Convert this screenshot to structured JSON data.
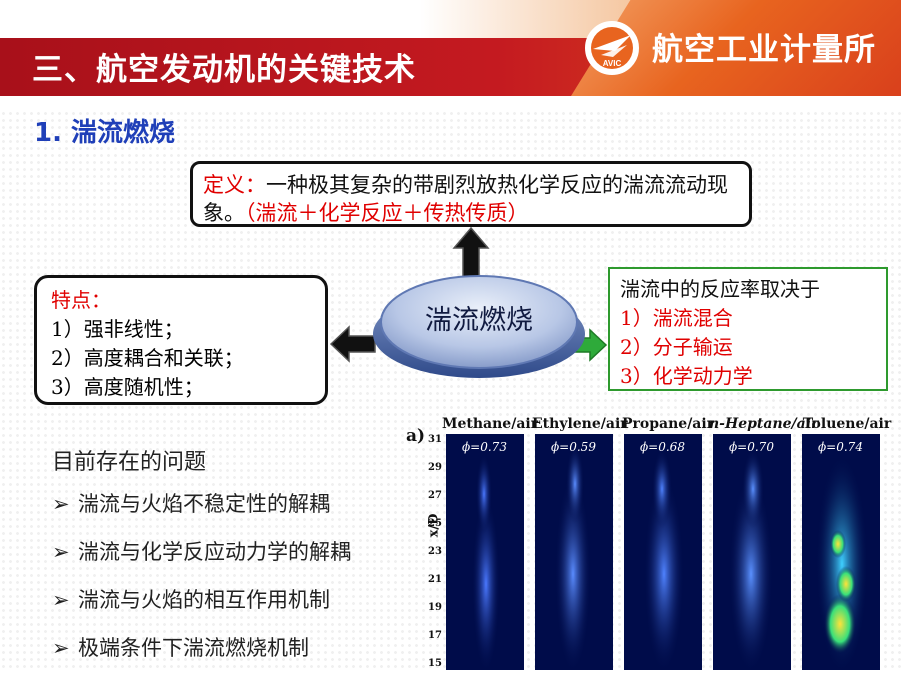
{
  "header": {
    "title": "三、航空发动机的关键技术",
    "org_name": "航空工业计量所",
    "logo_text": "AVIC"
  },
  "section": {
    "title": "1. 湍流燃烧"
  },
  "definition": {
    "label": "定义：",
    "text": "一种极其复杂的带剧烈放热化学反应的湍流流动现象。",
    "highlight": "（湍流＋化学反应＋传热传质）"
  },
  "center": {
    "label": "湍流燃烧"
  },
  "features": {
    "title": "特点：",
    "items": [
      "1）强非线性；",
      "2）高度耦合和关联；",
      "3）高度随机性；"
    ]
  },
  "dependence": {
    "title": "湍流中的反应率取决于",
    "items": [
      "1）湍流混合",
      "2）分子输运",
      "3）化学动力学"
    ]
  },
  "problems": {
    "title": "目前存在的问题",
    "items": [
      "湍流与火焰不稳定性的解耦",
      "湍流与化学反应动力学的解耦",
      "湍流与火焰的相互作用机制",
      "极端条件下湍流燃烧机制"
    ]
  },
  "figure": {
    "tag": "a)",
    "y_label": "x/D",
    "y_ticks": [
      "31",
      "29",
      "27",
      "25",
      "23",
      "21",
      "19",
      "17",
      "15"
    ],
    "panels": [
      {
        "title": "Methane/air",
        "phi": "ϕ=0.73"
      },
      {
        "title": "Ethylene/air",
        "phi": "ϕ=0.59"
      },
      {
        "title": "Propane/air",
        "phi": "ϕ=0.68"
      },
      {
        "title": "n-Heptane/air",
        "phi": "ϕ=0.70"
      },
      {
        "title": "Toluene/air",
        "phi": "ϕ=0.74"
      }
    ]
  },
  "colors": {
    "header_red": "#c41a20",
    "accent_orange": "#e8641f",
    "section_blue": "#1f3fb8",
    "highlight_red": "#e00000",
    "box_green": "#2e9a2e",
    "arrow_green": "#2eaa3a",
    "arrow_black": "#111111"
  },
  "icons": {
    "logo": "avic-wing-logo",
    "arrow_up": "arrow-up-icon",
    "arrow_left": "arrow-left-icon",
    "arrow_right": "arrow-right-icon",
    "bullet": "triangle-bullet-icon"
  }
}
